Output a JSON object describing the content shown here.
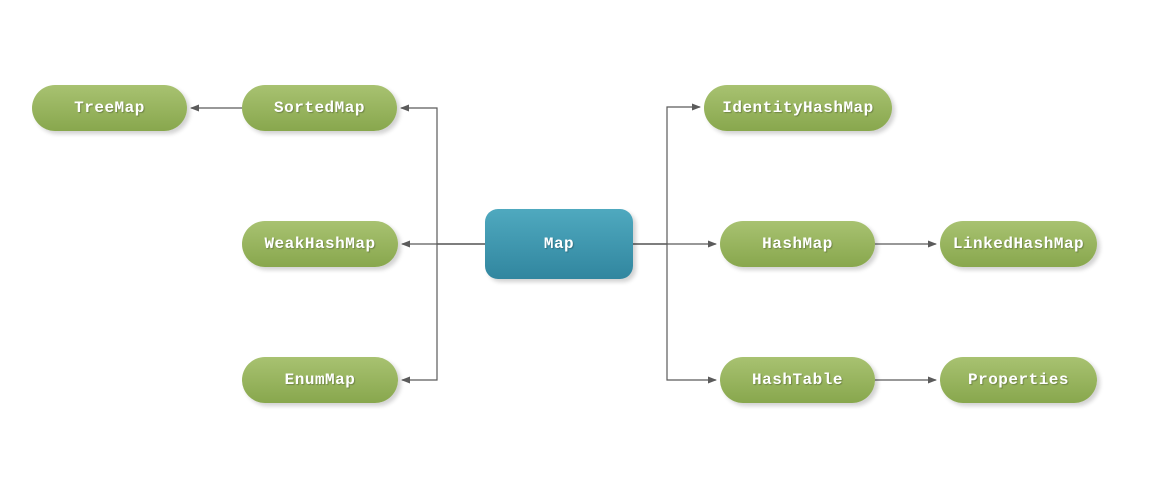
{
  "diagram": {
    "nodes": {
      "map": {
        "label": "Map",
        "shape": "rounded-rectangle",
        "color": "teal"
      },
      "sortedmap": {
        "label": "SortedMap",
        "shape": "pill",
        "color": "green"
      },
      "treemap": {
        "label": "TreeMap",
        "shape": "pill",
        "color": "green"
      },
      "weakhashmap": {
        "label": "WeakHashMap",
        "shape": "pill",
        "color": "green"
      },
      "enummap": {
        "label": "EnumMap",
        "shape": "pill",
        "color": "green"
      },
      "identityhashmap": {
        "label": "IdentityHashMap",
        "shape": "pill",
        "color": "green"
      },
      "hashmap": {
        "label": "HashMap",
        "shape": "pill",
        "color": "green"
      },
      "linkedhashmap": {
        "label": "LinkedHashMap",
        "shape": "pill",
        "color": "green"
      },
      "hashtable": {
        "label": "HashTable",
        "shape": "pill",
        "color": "green"
      },
      "properties": {
        "label": "Properties",
        "shape": "pill",
        "color": "green"
      }
    },
    "edges": [
      {
        "from": "Map",
        "to": "SortedMap",
        "style": "elbow-arrow"
      },
      {
        "from": "SortedMap",
        "to": "TreeMap",
        "style": "straight-arrow"
      },
      {
        "from": "Map",
        "to": "WeakHashMap",
        "style": "straight-arrow"
      },
      {
        "from": "Map",
        "to": "EnumMap",
        "style": "elbow-arrow"
      },
      {
        "from": "Map",
        "to": "IdentityHashMap",
        "style": "elbow-arrow"
      },
      {
        "from": "Map",
        "to": "HashMap",
        "style": "straight-arrow"
      },
      {
        "from": "HashMap",
        "to": "LinkedHashMap",
        "style": "straight-arrow"
      },
      {
        "from": "Map",
        "to": "HashTable",
        "style": "elbow-arrow"
      },
      {
        "from": "HashTable",
        "to": "Properties",
        "style": "straight-arrow"
      }
    ],
    "colors": {
      "node_green_top": "#a8c271",
      "node_green_bottom": "#88a74d",
      "node_teal_top": "#4fa9bf",
      "node_teal_bottom": "#31869f",
      "connector": "#5b5b5b",
      "text": "#ffffff",
      "background": "#ffffff"
    }
  }
}
